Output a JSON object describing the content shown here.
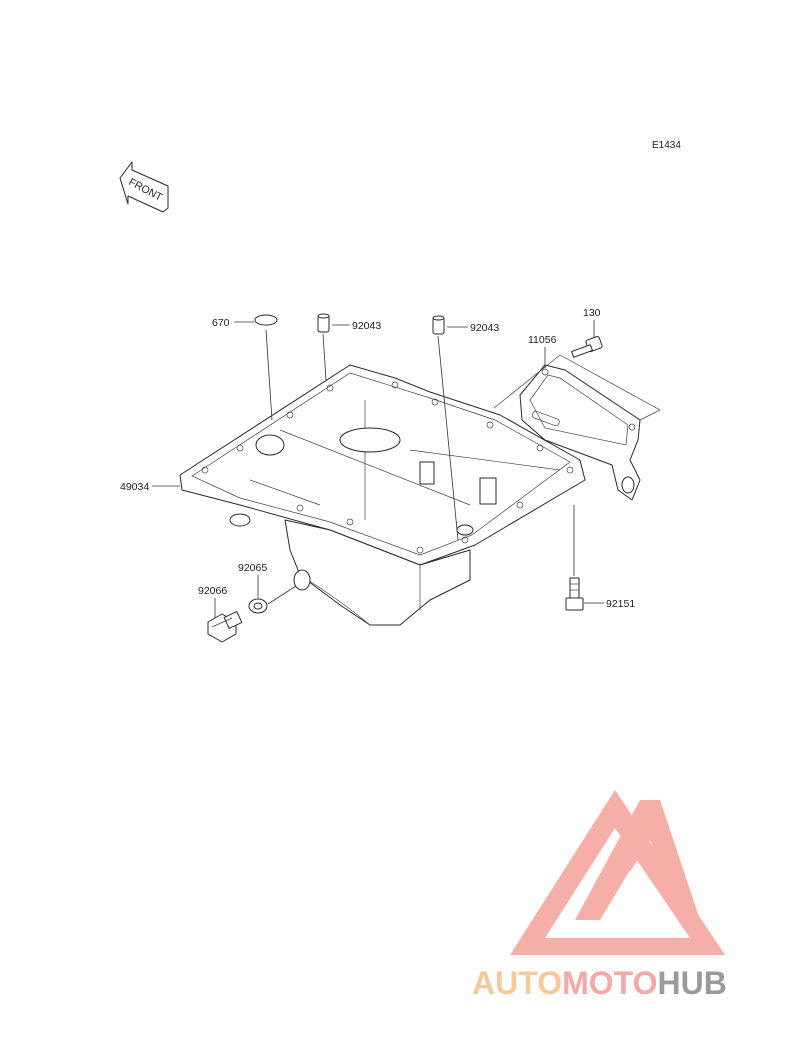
{
  "diagram_code": "E1434",
  "front_label": "FRONT",
  "callouts": [
    {
      "id": "o-ring",
      "label": "670"
    },
    {
      "id": "dowel-left",
      "label": "92043"
    },
    {
      "id": "dowel-right",
      "label": "92043"
    },
    {
      "id": "bolt-top",
      "label": "130"
    },
    {
      "id": "gasket",
      "label": "11056"
    },
    {
      "id": "oil-pan",
      "label": "49034"
    },
    {
      "id": "washer",
      "label": "92065"
    },
    {
      "id": "drain-plug",
      "label": "92066"
    },
    {
      "id": "bolt-bottom",
      "label": "92151"
    }
  ],
  "watermark": {
    "part1": "AUTO",
    "part2": "MOTO",
    "part3": "HUB",
    "colors": {
      "auto": "#f5c99b",
      "moto": "#f2aaa6",
      "hub": "#9a9a9a",
      "triangle": "#f4a09a"
    }
  }
}
